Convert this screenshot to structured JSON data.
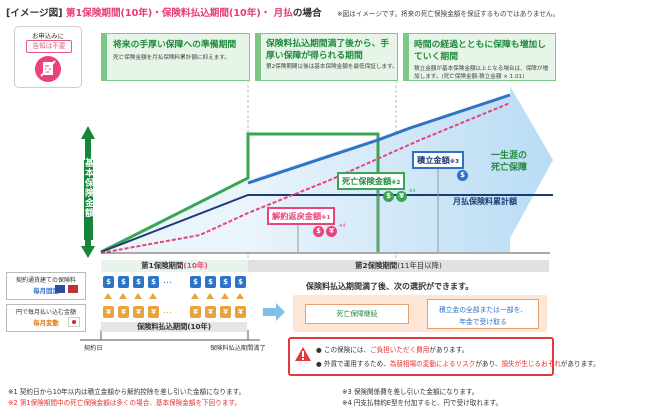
{
  "header": {
    "prefix": "[イメージ図]",
    "title": "第1保険期間(10年)・保険料払込期間(10年)・",
    "pay_mode": "月払",
    "suffix": "の場合",
    "note": "※図はイメージです。将来の死亡保険金額を保証するものではありません。"
  },
  "notice": {
    "line1": "お申込みに",
    "line2": "告知は不要"
  },
  "phases": [
    {
      "title": "将来の手厚い保障への準備期間",
      "sub": "死亡保険金額を月払保険料累計額に抑えます。"
    },
    {
      "title": "保険料払込期間満了後から、手厚い保障が得られる期間",
      "sub": "第2保険期間以後は基本保険金額を最低保証します。"
    },
    {
      "title": "時間の経過とともに保障も増加していく期間",
      "sub": "積立金額が基本保険金額以上となる場合は、保障が増加します。(死亡保険金額:積立金額 × 1.01)"
    }
  ],
  "axis_label": "基本保険金額",
  "labels": {
    "surrender": "解約返戻金額",
    "surrender_note": "※1",
    "death": "死亡保険金額",
    "death_note": "※2",
    "fund": "積立金額",
    "fund_note": "※3",
    "lifetime": "一生涯の死亡保障",
    "cumulative": "月払保険料累計額"
  },
  "currency": {
    "usd": "$",
    "jpy": "¥",
    "aud_note": "※4"
  },
  "periods": {
    "first": "第1保険期間",
    "first_years": "(10年)",
    "second": "第2保険期間",
    "second_years": "(11年目以降)"
  },
  "side": {
    "contract_currency": "契約通貨建ての保険料",
    "monthly_fixed": "毎月固定",
    "yen_amount": "円で毎月払い込む金額",
    "monthly_variable": "毎月変動"
  },
  "premium_bar": "保険料払込期間(10年)",
  "axis_marks": {
    "start": "契約日",
    "end": "保険料払込期間満了"
  },
  "options": {
    "intro": "保険料払込期間満了後、次の選択ができます。",
    "option1": "死亡保障継続",
    "option2a": "積立金の全部または一部を、",
    "option2b": "年金で受け取る"
  },
  "warning": {
    "line1_pre": "この保険には、",
    "line1_red": "ご負担いただく費用",
    "line1_post": "があります。",
    "line2_pre": "外貨で運用するため、",
    "line2_red1": "為替相場の変動によるリスク",
    "line2_mid": "があり、",
    "line2_red2": "損失が生じるおそれ",
    "line2_post": "があります。"
  },
  "footnotes": {
    "n1": "※1 契約日から10年以内は積立金額から解約控除を差し引いた金額になります。",
    "n2": "※2 第1保険期間中の死亡保険金額は多くの場合、基本保険金額を下回ります。",
    "n3": "※3 保険関係費を差し引いた金額になります。",
    "n4": "※4 円支払特約E型を付加すると、円で受け取れます。"
  },
  "colors": {
    "green": "#3aa655",
    "dark_green": "#16853a",
    "navy": "#1b3c73",
    "blue": "#2f73c9",
    "pink": "#e8437a",
    "light_blue": "#cfe6f7"
  }
}
